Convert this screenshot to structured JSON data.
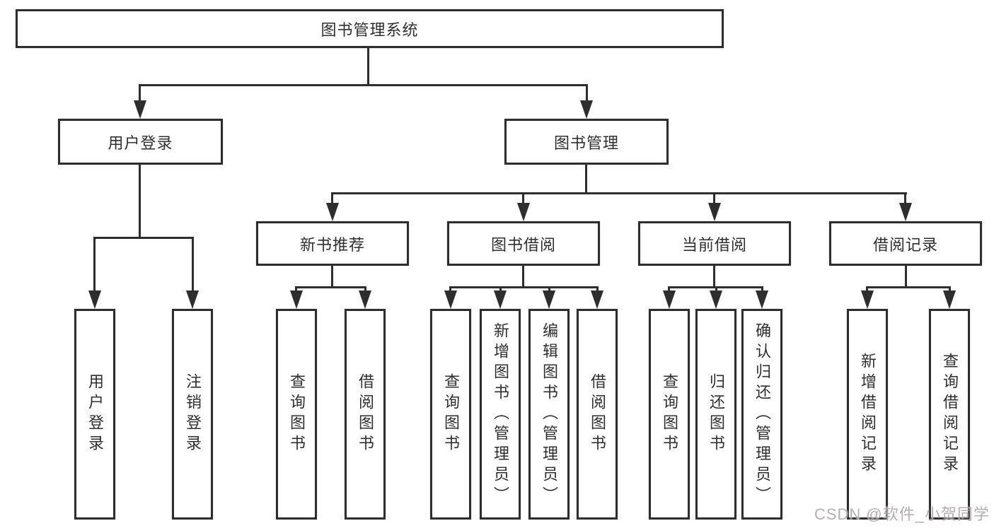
{
  "diagram": {
    "type": "tree",
    "title": "图书管理系统",
    "line_color": "#2e2e2e",
    "box_background": "#ffffff",
    "root": {
      "label": "图书管理系统"
    },
    "branches": [
      {
        "label": "用户登录",
        "children": [
          {
            "label": "用户登录"
          },
          {
            "label": "注销登录"
          }
        ]
      },
      {
        "label": "图书管理",
        "children": [
          {
            "label": "新书推荐",
            "children": [
              {
                "label": "查询图书"
              },
              {
                "label": "借阅图书"
              }
            ]
          },
          {
            "label": "图书借阅",
            "children": [
              {
                "label": "查询图书"
              },
              {
                "label": "新增图书（管理员）"
              },
              {
                "label": "编辑图书（管理员）"
              },
              {
                "label": "借阅图书"
              }
            ]
          },
          {
            "label": "当前借阅",
            "children": [
              {
                "label": "查询图书"
              },
              {
                "label": "归还图书"
              },
              {
                "label": "确认归还（管理员）"
              }
            ]
          },
          {
            "label": "借阅记录",
            "children": [
              {
                "label": "新增借阅记录"
              },
              {
                "label": "查询借阅记录"
              }
            ]
          }
        ]
      }
    ],
    "watermark": {
      "text": "CSDN @软件_小贺同学"
    }
  }
}
